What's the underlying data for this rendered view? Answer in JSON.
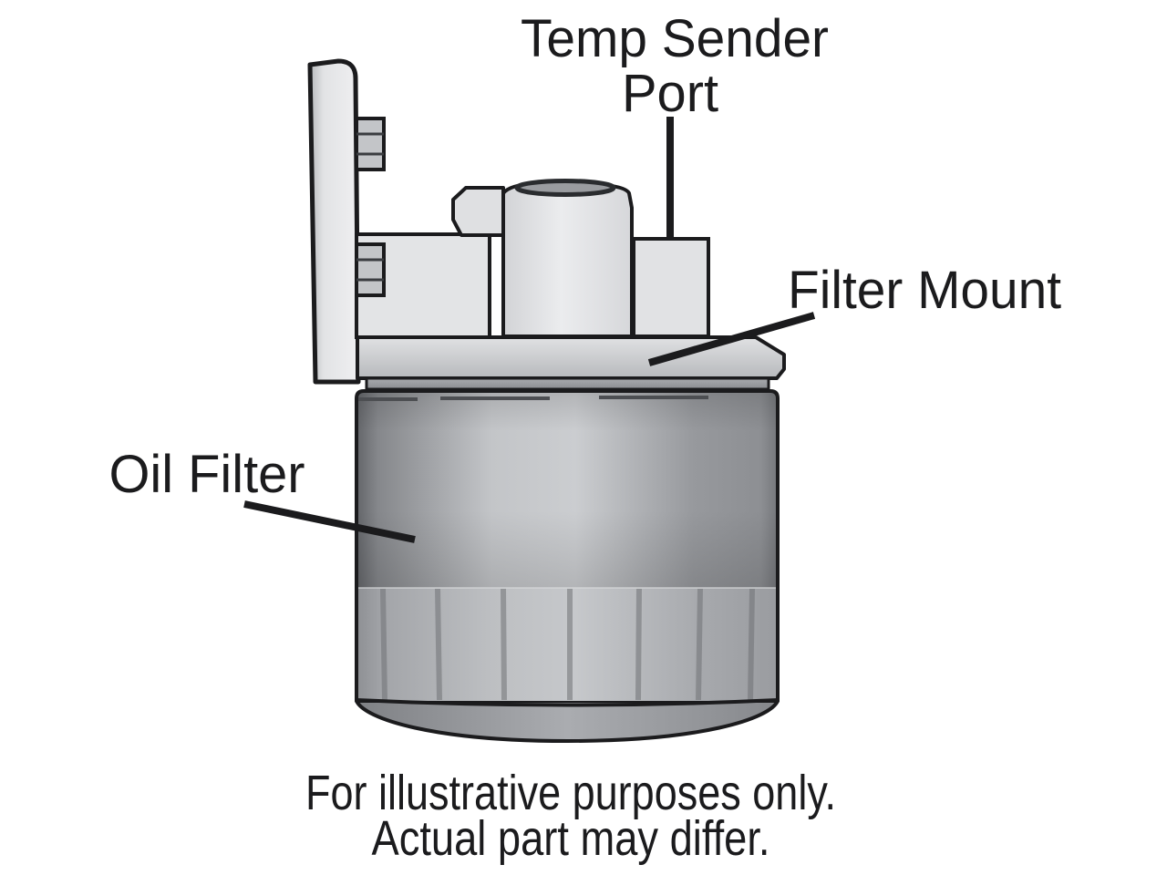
{
  "diagram": {
    "labels": {
      "temp_sender_port": {
        "line1": "Temp Sender",
        "line2": "Port"
      },
      "filter_mount": "Filter Mount",
      "oil_filter": "Oil Filter"
    },
    "caption": {
      "line1": "For illustrative purposes only.",
      "line2": "Actual part may differ."
    },
    "colors": {
      "outline": "#1b1b1d",
      "text": "#1b1b1d",
      "background": "#ffffff",
      "metal_light": "#e3e4e6",
      "metal_medium": "#a8aaae",
      "metal_dark": "#6e7074"
    }
  }
}
